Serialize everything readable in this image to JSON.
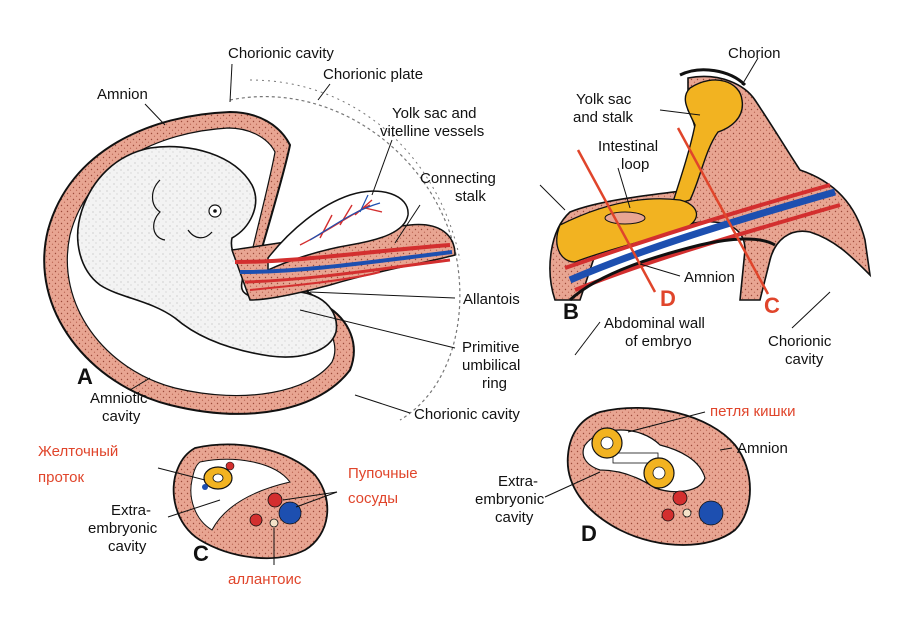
{
  "colors": {
    "tissue": "#e8a592",
    "tissue_dark": "#d98872",
    "embryo": "#f4f4f4",
    "yolk": "#f2b321",
    "artery": "#d32f2f",
    "vein": "#1d4fb0",
    "marker": "#e0452b",
    "outline": "#111111"
  },
  "panel_a": {
    "letter": "A",
    "labels": {
      "chorionic_cavity_top": "Chorionic cavity",
      "chorionic_plate": "Chorionic plate",
      "amnion": "Amnion",
      "yolk_sac_1": "Yolk sac and",
      "yolk_sac_2": "vitelline vessels",
      "connecting_stalk_1": "Connecting",
      "connecting_stalk_2": "stalk",
      "allantois": "Allantois",
      "primitive_1": "Primitive",
      "primitive_2": "umbilical",
      "primitive_3": "ring",
      "amniotic_1": "Amniotic",
      "amniotic_2": "cavity",
      "chorionic_cavity_bottom": "Chorionic cavity"
    }
  },
  "panel_b": {
    "letter": "B",
    "labels": {
      "chorion": "Chorion",
      "yolk_sac_1": "Yolk sac",
      "yolk_sac_2": "and stalk",
      "intestinal_1": "Intestinal",
      "intestinal_2": "loop",
      "amnion": "Amnion",
      "abdominal_1": "Abdominal wall",
      "abdominal_2": "of embryo",
      "chorionic_1": "Chorionic",
      "chorionic_2": "cavity"
    },
    "section_markers": [
      "D",
      "C"
    ]
  },
  "panel_c": {
    "letter": "C",
    "labels": {
      "yolk_duct_1": "Желточный",
      "yolk_duct_2": "проток",
      "umbilical_1": "Пупочные",
      "umbilical_2": "сосуды",
      "extra_1": "Extra-",
      "extra_2": "embryonic",
      "extra_3": "cavity",
      "allantois_ru": "аллантоис"
    }
  },
  "panel_d": {
    "letter": "D",
    "labels": {
      "intestine_loop_ru": "петля кишки",
      "amnion": "Amnion",
      "extra_1": "Extra-",
      "extra_2": "embryonic",
      "extra_3": "cavity"
    }
  }
}
